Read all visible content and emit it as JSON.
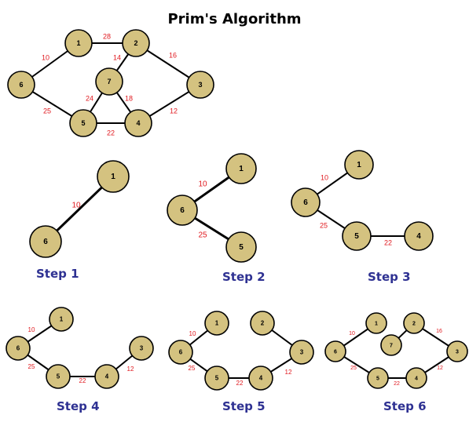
{
  "title": "Prim's Algorithm",
  "colors": {
    "node_fill": "#d4c280",
    "node_stroke": "#000000",
    "edge": "#000000",
    "weight": "#e0191f",
    "step_label": "#2e3192"
  },
  "full_graph": {
    "nodes": [
      "1",
      "2",
      "3",
      "4",
      "5",
      "6",
      "7"
    ],
    "edges": [
      {
        "from": "1",
        "to": "2",
        "weight": "28"
      },
      {
        "from": "1",
        "to": "6",
        "weight": "10"
      },
      {
        "from": "2",
        "to": "7",
        "weight": "14"
      },
      {
        "from": "2",
        "to": "3",
        "weight": "16"
      },
      {
        "from": "7",
        "to": "5",
        "weight": "24"
      },
      {
        "from": "7",
        "to": "4",
        "weight": "18"
      },
      {
        "from": "6",
        "to": "5",
        "weight": "25"
      },
      {
        "from": "5",
        "to": "4",
        "weight": "22"
      },
      {
        "from": "4",
        "to": "3",
        "weight": "12"
      }
    ]
  },
  "steps": [
    {
      "label": "Step 1",
      "nodes": [
        "1",
        "6"
      ],
      "edges": [
        {
          "from": "1",
          "to": "6",
          "weight": "10"
        }
      ]
    },
    {
      "label": "Step 2",
      "nodes": [
        "1",
        "6",
        "5"
      ],
      "edges": [
        {
          "from": "1",
          "to": "6",
          "weight": "10"
        },
        {
          "from": "6",
          "to": "5",
          "weight": "25"
        }
      ]
    },
    {
      "label": "Step 3",
      "nodes": [
        "1",
        "6",
        "5",
        "4"
      ],
      "edges": [
        {
          "from": "1",
          "to": "6",
          "weight": "10"
        },
        {
          "from": "6",
          "to": "5",
          "weight": "25"
        },
        {
          "from": "5",
          "to": "4",
          "weight": "22"
        }
      ]
    },
    {
      "label": "Step 4",
      "nodes": [
        "1",
        "6",
        "5",
        "4",
        "3"
      ],
      "edges": [
        {
          "from": "1",
          "to": "6",
          "weight": "10"
        },
        {
          "from": "6",
          "to": "5",
          "weight": "25"
        },
        {
          "from": "5",
          "to": "4",
          "weight": "22"
        },
        {
          "from": "4",
          "to": "3",
          "weight": "12"
        }
      ]
    },
    {
      "label": "Step 5",
      "nodes": [
        "1",
        "2",
        "6",
        "5",
        "4",
        "3"
      ],
      "edges": [
        {
          "from": "1",
          "to": "6",
          "weight": "10"
        },
        {
          "from": "6",
          "to": "5",
          "weight": "25"
        },
        {
          "from": "5",
          "to": "4",
          "weight": "22"
        },
        {
          "from": "4",
          "to": "3",
          "weight": "12"
        },
        {
          "from": "2",
          "to": "3",
          "weight": ""
        }
      ]
    },
    {
      "label": "Step 6",
      "nodes": [
        "1",
        "2",
        "7",
        "6",
        "5",
        "4",
        "3"
      ],
      "edges": [
        {
          "from": "1",
          "to": "6",
          "weight": "10"
        },
        {
          "from": "6",
          "to": "5",
          "weight": "25"
        },
        {
          "from": "5",
          "to": "4",
          "weight": "22"
        },
        {
          "from": "4",
          "to": "3",
          "weight": "12"
        },
        {
          "from": "2",
          "to": "3",
          "weight": "16"
        },
        {
          "from": "2",
          "to": "7",
          "weight": ""
        }
      ]
    }
  ]
}
